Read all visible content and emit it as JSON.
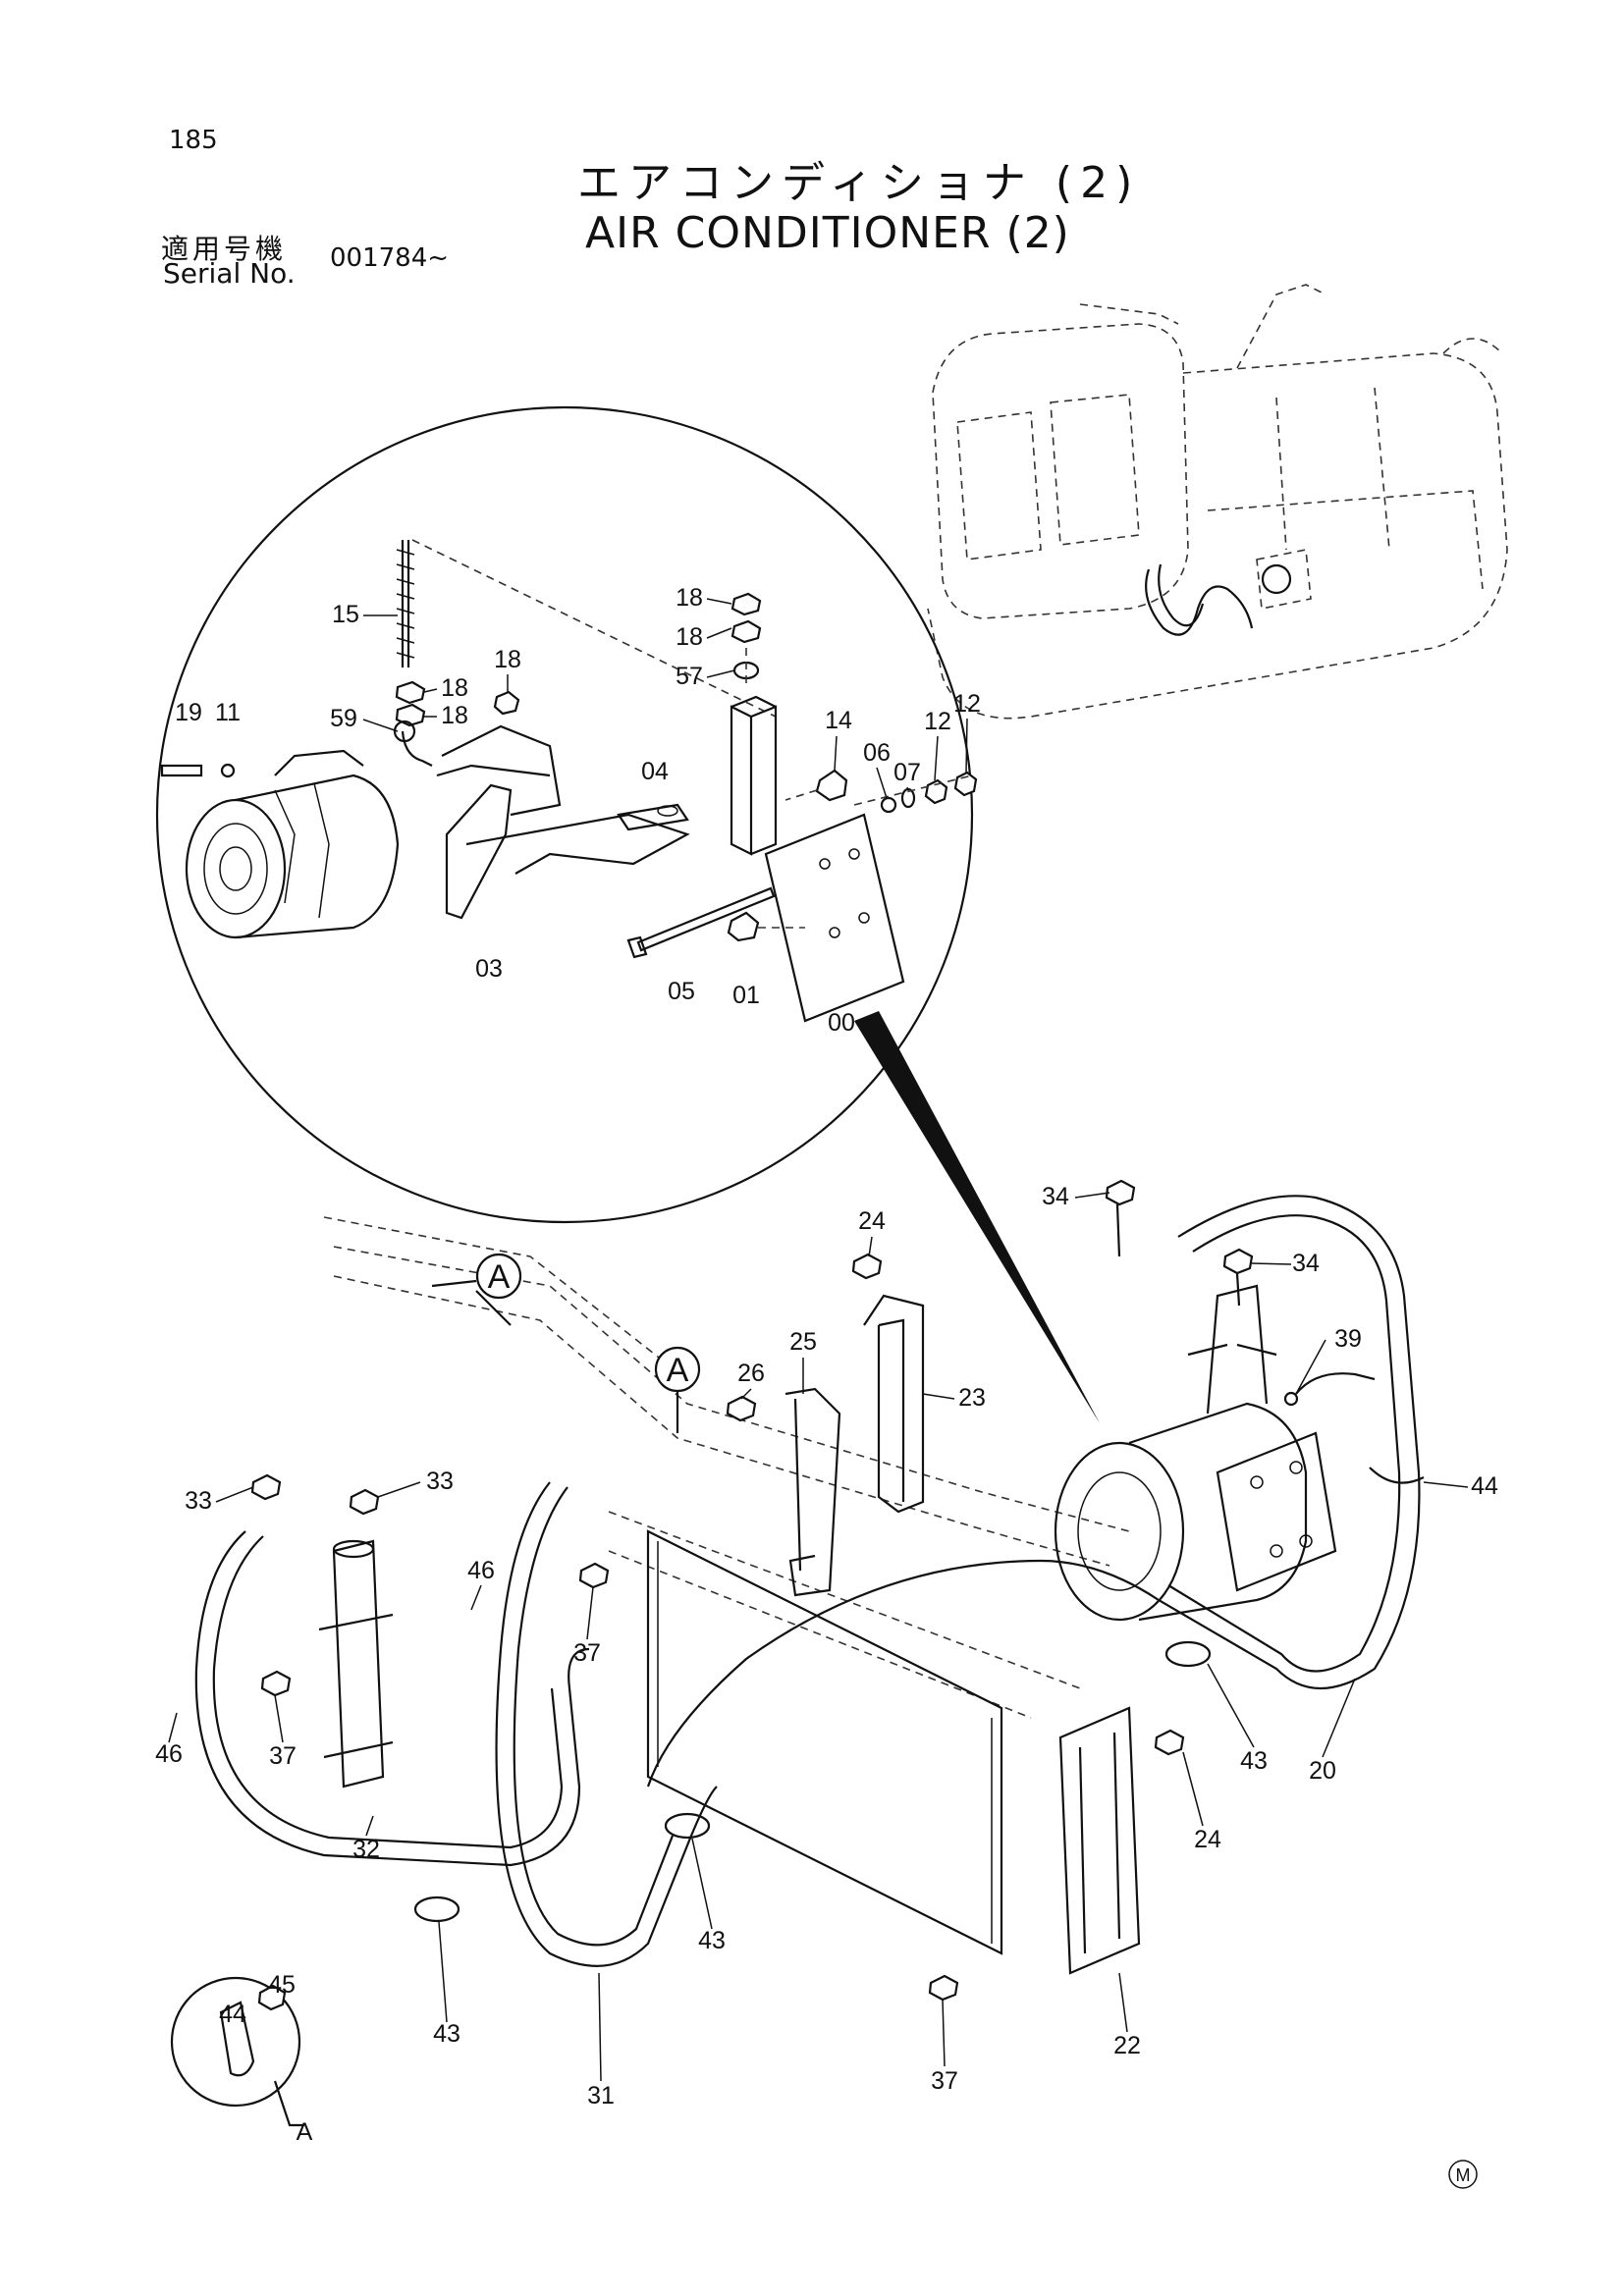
{
  "header": {
    "page_number": "185",
    "title_ja": "エアコンディショナ (2)",
    "title_en": "AIR CONDITIONER (2)",
    "serial_label_ja": "適用号機",
    "serial_label_en": "Serial No.",
    "serial_value": "001784~"
  },
  "footer": {
    "mark": "M"
  },
  "detail_markers": {
    "a1": "A",
    "a2": "A",
    "a3": "A"
  },
  "callouts": {
    "p15": "15",
    "p18a": "18",
    "p18b": "18",
    "p57": "57",
    "p18c": "18",
    "p18d": "18",
    "p18e": "18",
    "p19": "19",
    "p11": "11",
    "p59": "59",
    "p14": "14",
    "p06": "06",
    "p07": "07",
    "p12a": "12",
    "p12b": "12",
    "p04": "04",
    "p03": "03",
    "p05": "05",
    "p01": "01",
    "p00": "00",
    "p34a": "34",
    "p34b": "34",
    "p39": "39",
    "p44a": "44",
    "p24a": "24",
    "p25": "25",
    "p26": "26",
    "p23": "23",
    "p33a": "33",
    "p33b": "33",
    "p46a": "46",
    "p46b": "46",
    "p37a": "37",
    "p37b": "37",
    "p37c": "37",
    "p32": "32",
    "p43a": "43",
    "p43b": "43",
    "p43c": "43",
    "p31": "31",
    "p20": "20",
    "p24b": "24",
    "p22": "22",
    "p45": "45",
    "p44b": "44"
  }
}
